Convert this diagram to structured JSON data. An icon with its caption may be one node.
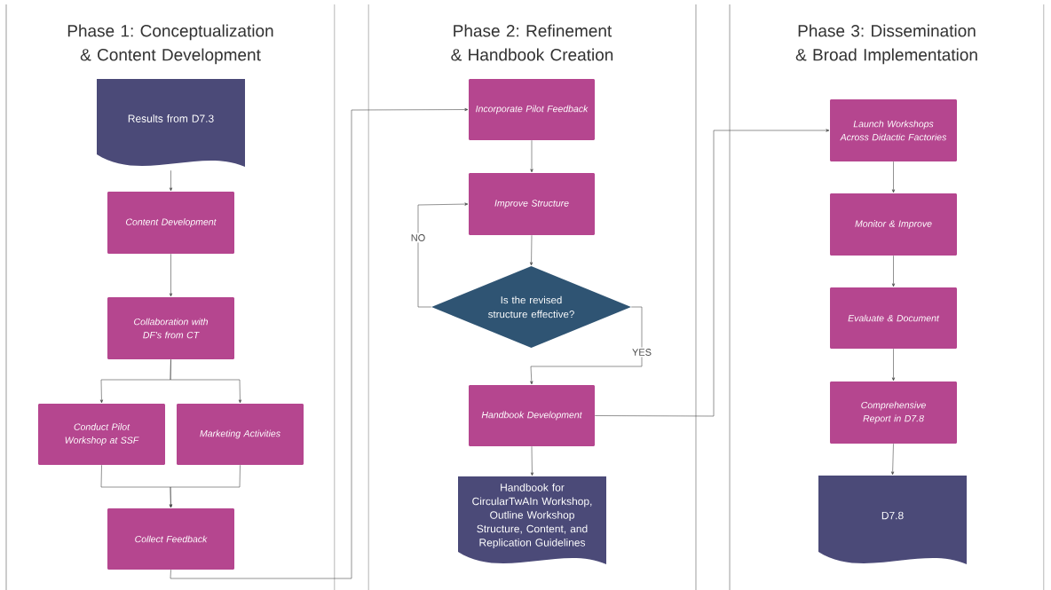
{
  "diagram": {
    "nodes": [
      {
        "text": [
          "Phase 1: Conceptualization & Content Development"
        ]
      },
      {
        "text": [
          "Results from D7.3"
        ],
        "in": 0
      },
      {
        "text": [
          "Content Development"
        ],
        "in": 0
      },
      {
        "text": [
          "Collaboration with DF's from CT"
        ],
        "in": 0
      },
      {
        "text": [
          "Conduct Pilot Workshop at SSF"
        ],
        "in": 0
      },
      {
        "text": [
          "Marketing Activities"
        ],
        "in": 0
      },
      {
        "text": [
          "Collect Feedback"
        ],
        "in": 0
      },
      {
        "text": [
          "Phase 2: Refinement & Handbook Creation"
        ]
      },
      {
        "text": [
          "Incorporate Pilot Feedback"
        ],
        "in": 7
      },
      {
        "text": [
          "Improve Structure"
        ],
        "in": 7
      },
      {
        "text": [
          "Is the revised structure effective?"
        ],
        "in": 7
      },
      {
        "text": [
          "Handbook Development"
        ],
        "in": 7
      },
      {
        "text": [
          "Handbook for CircularTwAIn Workshop, Outline Workshop Structure, Content, and Replication Guidelines"
        ],
        "in": 7
      },
      {
        "text": [
          "Phase 3: Dissemination & Broad Implementation"
        ]
      },
      {
        "text": [
          "Launch Workshops Across Didactic Factories"
        ],
        "in": 13
      },
      {
        "text": [
          "Monitor & Improve"
        ],
        "in": 13
      },
      {
        "text": [
          "Evaluate & Document"
        ],
        "in": 13
      },
      {
        "text": [
          "Comprehensive Report in D7.8"
        ],
        "in": 13
      },
      {
        "text": [
          "D7.8"
        ],
        "in": 13
      }
    ],
    "edges": [
      {
        "from": 1,
        "to": 2,
        "arrow": "to"
      },
      {
        "from": 2,
        "to": 3,
        "arrow": "to"
      },
      {
        "from": 3,
        "to": 4,
        "arrow": "to"
      },
      {
        "from": 3,
        "to": 5,
        "arrow": "to"
      },
      {
        "from": 4,
        "to": 6,
        "arrow": "to"
      },
      {
        "from": 5,
        "to": 6,
        "arrow": "to"
      },
      {
        "from": 6,
        "to": 8,
        "arrow": "to"
      },
      {
        "from": 8,
        "to": 9,
        "arrow": "to"
      },
      {
        "from": 9,
        "to": 10,
        "arrow": "to"
      },
      {
        "from": 10,
        "to": 9,
        "arrow": "to",
        "label": "NO"
      },
      {
        "from": 10,
        "to": 11,
        "arrow": "to",
        "label": "YES"
      },
      {
        "from": 11,
        "to": 12,
        "arrow": "to"
      },
      {
        "from": 11,
        "to": 14,
        "arrow": "to"
      },
      {
        "from": 14,
        "to": 15,
        "arrow": "to"
      },
      {
        "from": 15,
        "to": 16,
        "arrow": "to"
      },
      {
        "from": 16,
        "to": 17,
        "arrow": "to"
      },
      {
        "from": 17,
        "to": 18,
        "arrow": "to"
      }
    ]
  }
}
